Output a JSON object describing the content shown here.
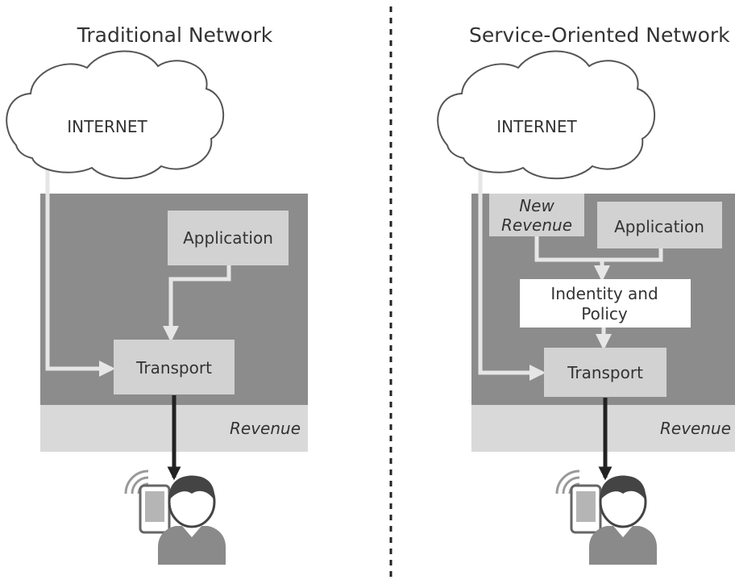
{
  "left": {
    "title": "Traditional Network",
    "cloud_label": "INTERNET",
    "application_label": "Application",
    "transport_label": "Transport",
    "revenue_label": "Revenue"
  },
  "right": {
    "title": "Service-Oriented Network",
    "cloud_label": "INTERNET",
    "new_revenue_line1": "New",
    "new_revenue_line2": "Revenue",
    "application_label": "Application",
    "identity_line1": "Indentity and",
    "identity_line2": "Policy",
    "transport_label": "Transport",
    "revenue_label": "Revenue"
  },
  "colors": {
    "network_dark": "#8c8c8c",
    "revenue_band": "#d9d9d9",
    "box_light": "#d2d2d2",
    "flow_line": "#e6e6e6",
    "arrow_dark": "#222222",
    "user": "#8a8a8a"
  },
  "icons": [
    "cloud-icon",
    "mobile-user-icon",
    "wifi-signal-icon"
  ]
}
